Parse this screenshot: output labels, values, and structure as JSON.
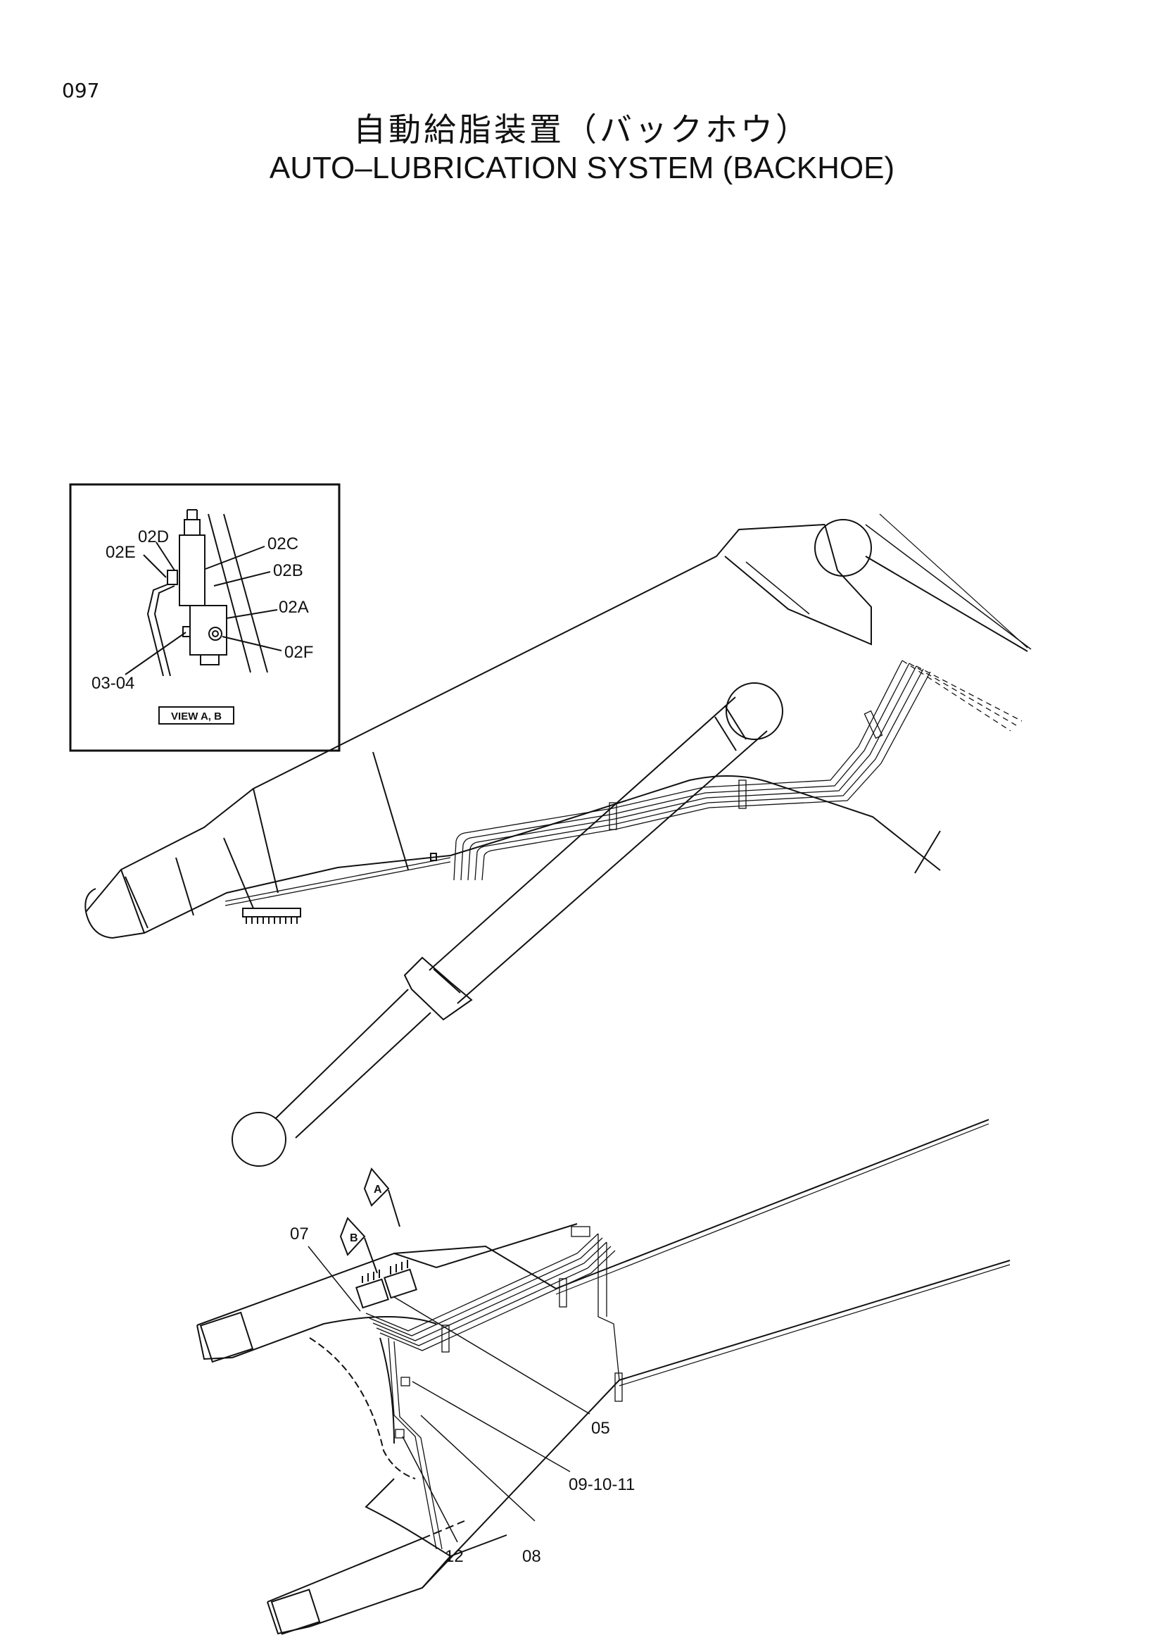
{
  "page_number": "097",
  "title_japanese": "自動給脂装置（バックホウ）",
  "title_english": "AUTO–LUBRICATION SYSTEM (BACKHOE)",
  "view_box_label": "VIEW A, B",
  "view_markers": [
    "A",
    "B"
  ],
  "detail_callouts": [
    "02D",
    "02E",
    "02C",
    "02B",
    "02A",
    "02F",
    "03-04"
  ],
  "main_callouts": [
    "07",
    "05",
    "09-10-11",
    "12",
    "08"
  ],
  "line_color": "#111111"
}
